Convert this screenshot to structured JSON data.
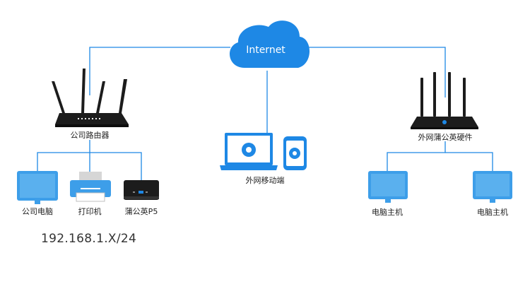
{
  "cloud": {
    "label": "Internet"
  },
  "company_router": {
    "label": "公司路由器"
  },
  "external_hardware": {
    "label": "外网蒲公英硬件"
  },
  "mobile_clients": {
    "label": "外网移动端"
  },
  "lan_devices": [
    {
      "label": "公司电脑"
    },
    {
      "label": "打印机"
    },
    {
      "label": "蒲公英P5"
    }
  ],
  "remote_devices": [
    {
      "label": "电脑主机"
    },
    {
      "label": "电脑主机"
    }
  ],
  "subnet": "192.168.1.X/24",
  "colors": {
    "link": "#1e88e5",
    "cloud": "#1e88e5",
    "monitor": "#3d9ee9",
    "device_dark": "#1c1c1c"
  }
}
